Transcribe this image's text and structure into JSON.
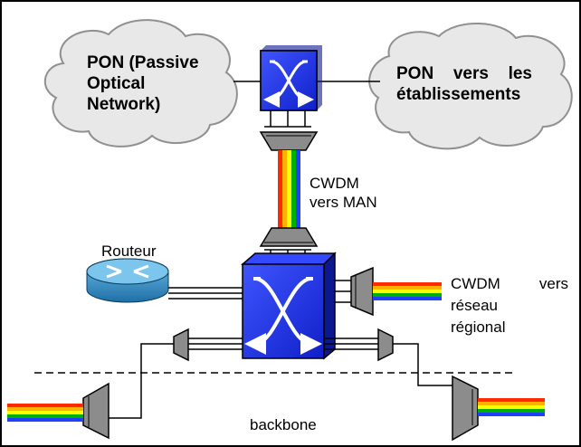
{
  "labels": {
    "pon_left": [
      "PON (Passive",
      "Optical",
      "Network)"
    ],
    "pon_right": [
      "PON",
      "vers",
      "les",
      "établissements"
    ],
    "cwdm_man": [
      "CWDM",
      "vers MAN"
    ],
    "routeur": "Routeur",
    "cwdm_regional": [
      "CWDM",
      "vers",
      "réseau",
      "régional"
    ],
    "backbone": "backbone"
  },
  "colors": {
    "switch_fill": "#1a2ee0",
    "switch_dark": "#0b1890",
    "cloud": "#e8e8e8",
    "mux": "#8c8c8c",
    "router": "#2f8fc4",
    "fiber": [
      "#ff2a00",
      "#ffb000",
      "#ffff00",
      "#00b000",
      "#2040ff"
    ]
  }
}
